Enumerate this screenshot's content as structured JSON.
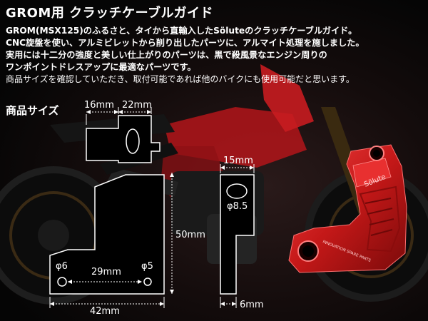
{
  "title": "GROM用 クラッチケーブルガイド",
  "description": {
    "line1": "GROM(MSX125)のふるさと、タイから直輸入したSöluteのクラッチケーブルガイド。",
    "line2": "CNC旋盤を使い、アルミビレットから削り出したパーツに、アルマイト処理を施しました。",
    "line3": "実用には十二分の強度と美しい仕上がりのパーツは、黒で殺風景なエンジン周りの",
    "line4": "ワンポイントドレスアップに最適なパーツです。",
    "note": "商品サイズを確認していただき、取付可能であれば他のバイクにも使用可能だと思います。"
  },
  "section_title": "商品サイズ",
  "dimensions": {
    "top_left": "16mm",
    "top_right": "22mm",
    "height": "50mm",
    "hole_left": "φ6",
    "hole_spacing": "29mm",
    "hole_right": "φ5",
    "width": "42mm",
    "side_width": "15mm",
    "side_hole": "φ8.5",
    "side_thickness": "6mm"
  },
  "product_engraving": {
    "brand": "Sölute",
    "text": "INNOVATION SPARE PARTS"
  },
  "colors": {
    "part_red": "#d41a1a",
    "bike_red": "#b3151a"
  }
}
